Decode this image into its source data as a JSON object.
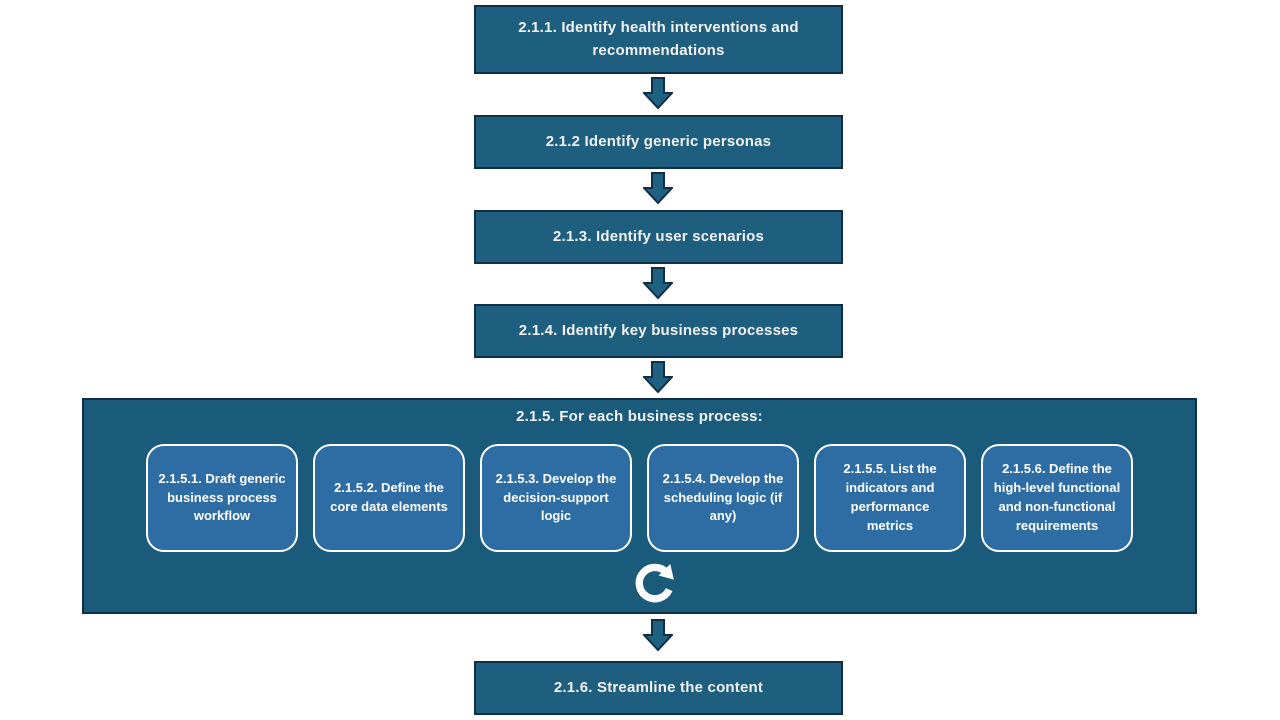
{
  "colors": {
    "box_fill": "#1E5E7E",
    "container_fill": "#1A5B7C",
    "box_border": "#132E44",
    "inner_box_fill": "#2E6DA4",
    "inner_box_border": "#FFFFFF",
    "arrow_fill": "#1F6183",
    "arrow_border": "#132E44",
    "text_light": "#F2F2F2"
  },
  "flow": {
    "steps": [
      {
        "label": "2.1.1. Identify health interventions and recommendations"
      },
      {
        "label": "2.1.2 Identify generic personas"
      },
      {
        "label": "2.1.3. Identify user scenarios"
      },
      {
        "label": "2.1.4. Identify key business processes"
      }
    ],
    "container": {
      "title": "2.1.5. For each business process:",
      "sub_steps": [
        "2.1.5.1. Draft generic business process workflow",
        "2.1.5.2. Define the core data elements",
        "2.1.5.3. Develop the decision-support logic",
        "2.1.5.4. Develop the scheduling logic (if any)",
        "2.1.5.5. List the indicators and performance metrics",
        "2.1.5.6. Define the high-level functional and non-functional requirements"
      ],
      "loop_icon": "clockwise-loop-arrow"
    },
    "final_step": {
      "label": "2.1.6. Streamline the content"
    },
    "connector_icon": "block-down-arrow"
  }
}
